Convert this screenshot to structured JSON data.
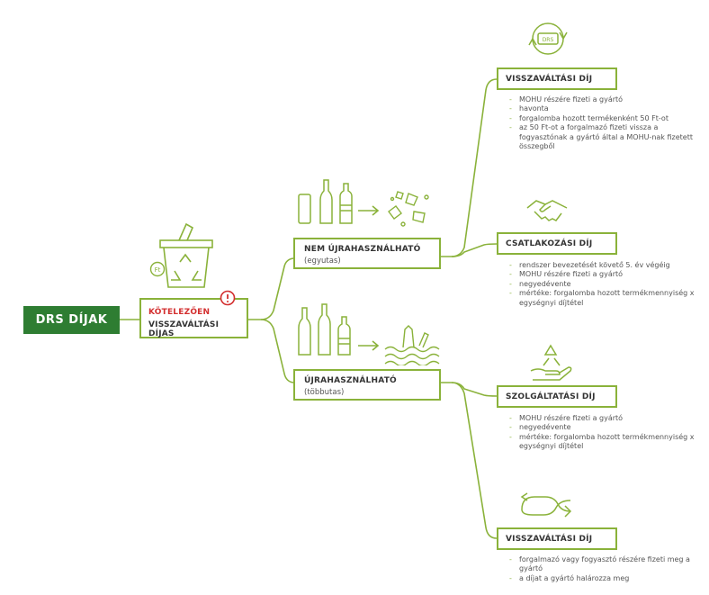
{
  "root": {
    "label": "DRS DÍJAK"
  },
  "mandatory": {
    "line1": "KÖTELEZŐEN",
    "line2": "VISSZAVÁLTÁSI DÍJAS"
  },
  "branches": [
    {
      "title": "NEM ÚJRAHASZNÁLHATÓ",
      "subtitle": "(egyutas)"
    },
    {
      "title": "ÚJRAHASZNÁLHATÓ",
      "subtitle": "(többutas)"
    }
  ],
  "fees": [
    {
      "title": "VISSZAVÁLTÁSI DÍJ",
      "bullets": [
        "MOHU részére fizeti a gyártó",
        "havonta",
        "forgalomba hozott termékenként 50 Ft-ot",
        "az 50 Ft-ot a forgalmazó fizeti vissza a fogyasztónak a gyártó által a MOHU-nak fizetett összegből"
      ]
    },
    {
      "title": "CSATLAKOZÁSI DÍJ",
      "bullets": [
        "rendszer bevezetését követő 5. év végéig",
        "MOHU részére fizeti a gyártó",
        "negyedévente",
        "mértéke: forgalomba hozott termékmennyiség x egységnyi díjtétel"
      ]
    },
    {
      "title": "SZOLGÁLTATÁSI DÍJ",
      "bullets": [
        "MOHU részére fizeti a gyártó",
        "negyedévente",
        "mértéke: forgalomba hozott termékmennyiség x egységnyi díjtétel"
      ]
    },
    {
      "title": "VISSZAVÁLTÁSI DÍJ",
      "bullets": [
        "forgalmazó vagy fogyasztó részére fizeti meg a gyártó",
        "a díjat a gyártó halározza meg"
      ]
    }
  ],
  "icons": {
    "bin": "recycling-bin-icon",
    "coin": "ft-coin-icon",
    "warning": "exclamation-icon",
    "single_use": "single-use-bottles-icon",
    "waste": "crushed-waste-icon",
    "reusable": "reusable-bottles-icon",
    "wash": "washing-water-icon",
    "drs_badge": "drs-badge-icon",
    "handshake": "handshake-icon",
    "service": "hand-recycle-icon",
    "refund": "refund-flow-icon"
  },
  "colors": {
    "green_line": "#8ab23a",
    "dark_green": "#2e7d32",
    "alert": "#d32f2f"
  }
}
